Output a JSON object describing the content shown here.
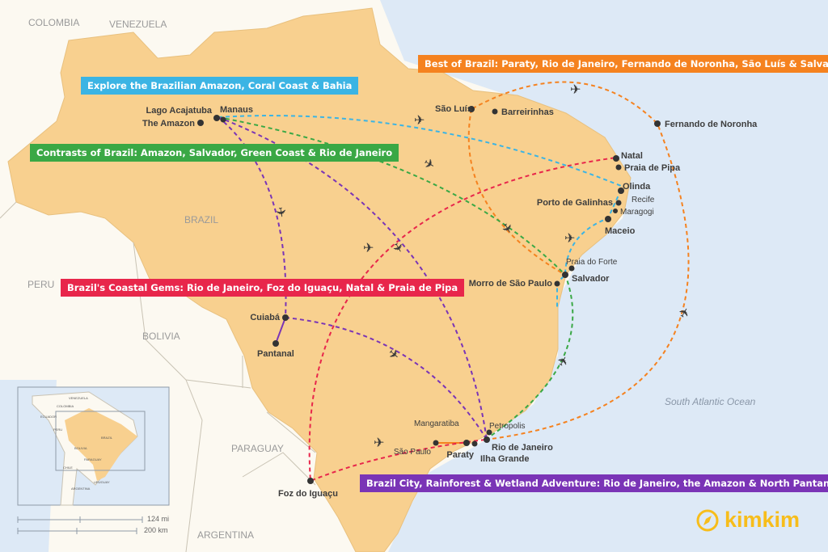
{
  "countries": {
    "colombia": "COLOMBIA",
    "venezuela": "VENEZUELA",
    "brazil": "BRAZIL",
    "peru": "PERU",
    "bolivia": "BOLIVIA",
    "paraguay": "PARAGUAY",
    "argentina": "ARGENTINA"
  },
  "ocean": "South Atlantic Ocean",
  "itineraries": [
    {
      "title": "Explore the Brazilian Amazon, Coral Coast & Bahia",
      "color": "#3bb4e4"
    },
    {
      "title": "Best of Brazil: Paraty, Rio de Janeiro, Fernando de Noronha, São Luís & Salvador",
      "color": "#f5821f"
    },
    {
      "title": "Contrasts of Brazil: Amazon, Salvador, Green Coast & Rio de Janeiro",
      "color": "#3aa845"
    },
    {
      "title": "Brazil's Coastal Gems: Rio de Janeiro, Foz do Iguaçu, Natal & Praia de Pipa",
      "color": "#e8264b"
    },
    {
      "title": "Brazil City, Rainforest & Wetland Adventure: Rio de Janeiro, the Amazon & North Pantanal",
      "color": "#7a34b6"
    }
  ],
  "places": {
    "lago": "Lago Acajatuba",
    "manaus": "Manaus",
    "amazon": "The Amazon",
    "saoluis": "São Luís",
    "barreirinhas": "Barreirinhas",
    "noronha": "Fernando de Noronha",
    "natal": "Natal",
    "pipa": "Praia de Pipa",
    "olinda": "Olinda",
    "recife": "Recife",
    "porto": "Porto de Galinhas",
    "maragogi": "Maragogi",
    "maceio": "Maceio",
    "forte": "Praia do Forte",
    "salvador": "Salvador",
    "morro": "Morro de São Paulo",
    "cuiaba": "Cuiabá",
    "pantanal": "Pantanal",
    "mangaratiba": "Mangaratiba",
    "petropolis": "Petropolis",
    "rio": "Rio de Janeiro",
    "ilha": "Ilha Grande",
    "paraty": "Paraty",
    "saopaulo": "São Paulo",
    "foz": "Foz do Iguaçu"
  },
  "scale": {
    "mi": "124 mi",
    "km": "200 km"
  },
  "inset": {
    "brazil": "BRAZIL",
    "bolivia": "BOLIVIA",
    "peru": "PERU",
    "colombia": "COLOMBIA",
    "argentina": "ARGENTINA",
    "paraguay": "PARAGUAY",
    "venezuela": "VENEZUELA",
    "ecuador": "ECUADOR",
    "chile": "CHILE",
    "uruguay": "URUGUAY"
  },
  "logo": "kimkim"
}
